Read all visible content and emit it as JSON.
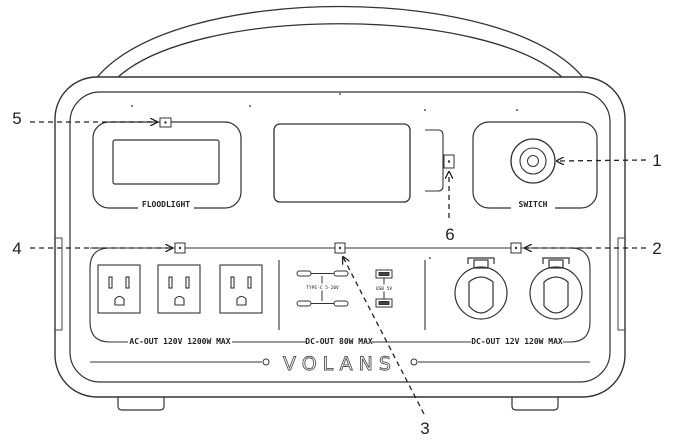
{
  "labels": {
    "floodlight": "FLOODLIGHT",
    "switch": "SWITCH",
    "ac_out": "AC-OUT  120V  1200W MAX",
    "dc_out_usb": "DC-OUT  80W MAX",
    "dc_out_car": "DC-OUT  12V  120W MAX",
    "type_c": "TYPE-C 5-20V",
    "usb_5v": "USB 5V",
    "brand": "VOLANS"
  },
  "callouts": [
    {
      "id": "1",
      "label": "1"
    },
    {
      "id": "2",
      "label": "2"
    },
    {
      "id": "3",
      "label": "3"
    },
    {
      "id": "4",
      "label": "4"
    },
    {
      "id": "5",
      "label": "5"
    },
    {
      "id": "6",
      "label": "6"
    }
  ],
  "colors": {
    "line": "#333333",
    "background": "#ffffff"
  }
}
